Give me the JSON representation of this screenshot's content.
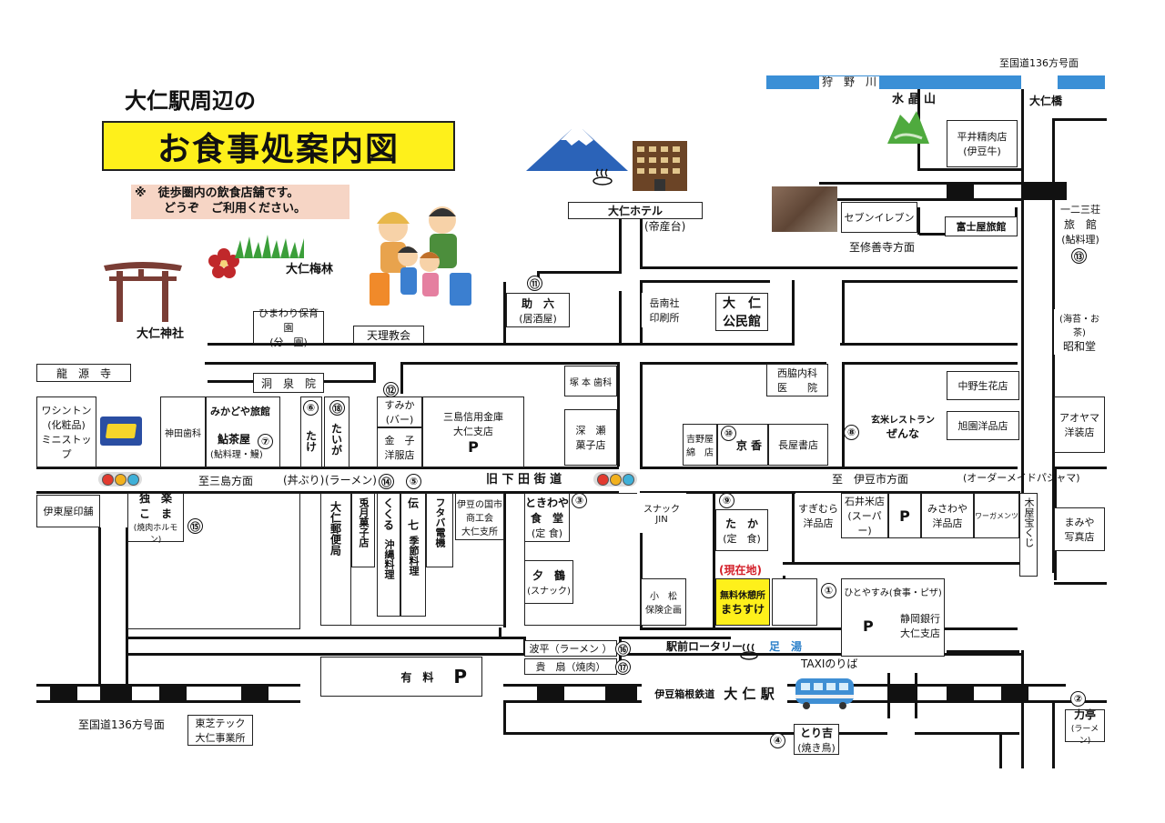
{
  "title": {
    "line1": "大仁駅周辺の",
    "main": "お食事処案内図"
  },
  "note": {
    "line1": "※　徒歩圏内の飲食店舗です。",
    "line2": "どうぞ　ご利用ください。"
  },
  "river": "狩　野　川",
  "directions": {
    "route136_top": "至国道136方号面",
    "route136_bottom": "至国道136方号面",
    "shuzenji": "至修善寺方面",
    "mishima": "至三島方面",
    "izushi": "至　伊豆市方面",
    "ohito_bridge": "大仁橋"
  },
  "streets": {
    "kyushimoda": "旧 下 田 街 道"
  },
  "landmarks": {
    "suishozan": "水 晶 山",
    "shrine": "大仁神社",
    "plum": "大仁梅林",
    "hotel": "大仁ホテル",
    "hotel_sub": "(帝産台)",
    "rotary": "駅前ロータリー",
    "footbath": "足　湯",
    "taxi": "TAXIのりば",
    "station_line": "伊豆箱根鉄道",
    "station": "大 仁 駅",
    "current": "(現在地)",
    "rest_area_1": "無料休憩所",
    "rest_area_2": "まちすけ",
    "parking_paid": "有　料",
    "parking": "P"
  },
  "places": {
    "hirai": [
      "平井精肉店",
      "(伊豆牛)"
    ],
    "seven": "セブンイレブン",
    "fujiya": "富士屋旅館",
    "ichinisan": [
      "一二三荘",
      "旅　館",
      "(鮎料理)"
    ],
    "himawari": [
      "ひまわり保育園",
      "(分　園)"
    ],
    "tenri": "天理教会",
    "sukeroku": [
      "助　六",
      "(居酒屋)"
    ],
    "gakunan": [
      "岳南社",
      "印刷所"
    ],
    "kominkan": [
      "大　仁",
      "公民館"
    ],
    "nori": "(海苔・お茶)",
    "showado": "昭和堂",
    "ryugenji": "龍　源　寺",
    "tosen": "洞　泉　院",
    "nishiwaki": [
      "西脇内科",
      "医　　院"
    ],
    "tsukamoto": "塚 本 歯科",
    "nakano": "中野生花店",
    "watson": [
      "ワシントン",
      "(化粧品)",
      "ミニストップ"
    ],
    "kanda": "神田歯科",
    "mikadoya": "みかどや旅館",
    "ayuchaya": [
      "鮎茶屋",
      "(鮎料理・鰻)"
    ],
    "take": "たけ",
    "taiga": "たいが",
    "sumika": [
      "すみか",
      "(バー)"
    ],
    "kaneko": [
      "金　子",
      "洋服店"
    ],
    "mishima_shinkin": [
      "三島信用金庫",
      "大仁支店"
    ],
    "fukase": [
      "深　瀬",
      "菓子店"
    ],
    "yoshinoya": [
      "吉野屋",
      "綿　店"
    ],
    "kyoka": "京 香",
    "nagaya": "長屋書店",
    "genmai_1": "玄米レストラン",
    "genmai_2": "ぜんな",
    "kyokuen": "旭園洋品店",
    "aoyama": [
      "アオヤマ",
      "洋装店"
    ],
    "donburi": "(丼ぶり)",
    "ramen": "(ラーメン)",
    "order_made": "(オーダーメイドパジャマ)",
    "itoya": "伊東屋印舗",
    "dokuraku": [
      "独　楽",
      "こ　ま",
      "(焼肉ホルモン)"
    ],
    "post": "大仁郵便局",
    "tsukimi": "兎月菓子店",
    "kukuru": "くくる",
    "okinawa": "沖縄料理",
    "den": "伝　七",
    "kisetsu": "季節料理",
    "futaba": "フタバ電機",
    "izushoko": [
      "伊豆の国市",
      "商工会",
      "大仁支所"
    ],
    "tokiwaya": [
      "ときわや",
      "食　堂",
      "(定 食)"
    ],
    "snack_jin": [
      "スナック",
      "JIN"
    ],
    "yuzuru": [
      "夕　鶴",
      "(スナック)"
    ],
    "komatsu": [
      "小　松",
      "保険企画"
    ],
    "taka": [
      "た　か",
      "(定　食)"
    ],
    "suzumura": [
      "すぎむら",
      "洋品店"
    ],
    "ishii": [
      "石井米店",
      "(スーパー)"
    ],
    "misawaya": [
      "みさわや",
      "洋品店"
    ],
    "waka": "ワーガメンツ",
    "kiyatakara": "木屋宝くじ",
    "mamiya": [
      "まみや",
      "写真店"
    ],
    "hitoyasumi": "ひとやすみ(食事・ピザ)",
    "shizuginko": [
      "静岡銀行",
      "大仁支店"
    ],
    "namihei": "波平（ラーメン ）",
    "kihei": "貴　扇（焼肉）",
    "toshiba": [
      "東芝テック",
      "大仁事業所"
    ],
    "toriyoshi": [
      "とり吉",
      "(焼き鳥)"
    ],
    "chikaratei": [
      "力亭",
      "(ラーメン)"
    ]
  },
  "numbers": [
    "①",
    "②",
    "③",
    "④",
    "⑤",
    "⑥",
    "⑦",
    "⑧",
    "⑨",
    "⑩",
    "⑪",
    "⑫",
    "⑬",
    "⑭",
    "⑮",
    "⑯",
    "⑰",
    "⑱"
  ],
  "colors": {
    "title_bg": "#fef01b",
    "note_bg": "#f6d5c5",
    "river": "#3a8fd6",
    "current_bg": "#fef01b",
    "current_text": "#d4202a"
  }
}
